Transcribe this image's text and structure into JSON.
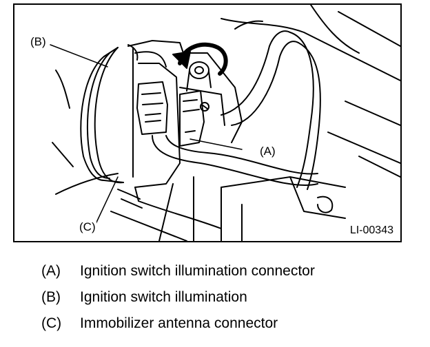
{
  "figure": {
    "id_label": "LI-00343",
    "callouts": [
      {
        "key": "a",
        "label": "(A)"
      },
      {
        "key": "b",
        "label": "(B)"
      },
      {
        "key": "c",
        "label": "(C)"
      }
    ]
  },
  "legend": [
    {
      "key": "(A)",
      "text": "Ignition switch illumination connector"
    },
    {
      "key": "(B)",
      "text": "Ignition switch illumination"
    },
    {
      "key": "(C)",
      "text": "Immobilizer antenna connector"
    }
  ],
  "colors": {
    "line": "#000000",
    "background": "#ffffff"
  }
}
